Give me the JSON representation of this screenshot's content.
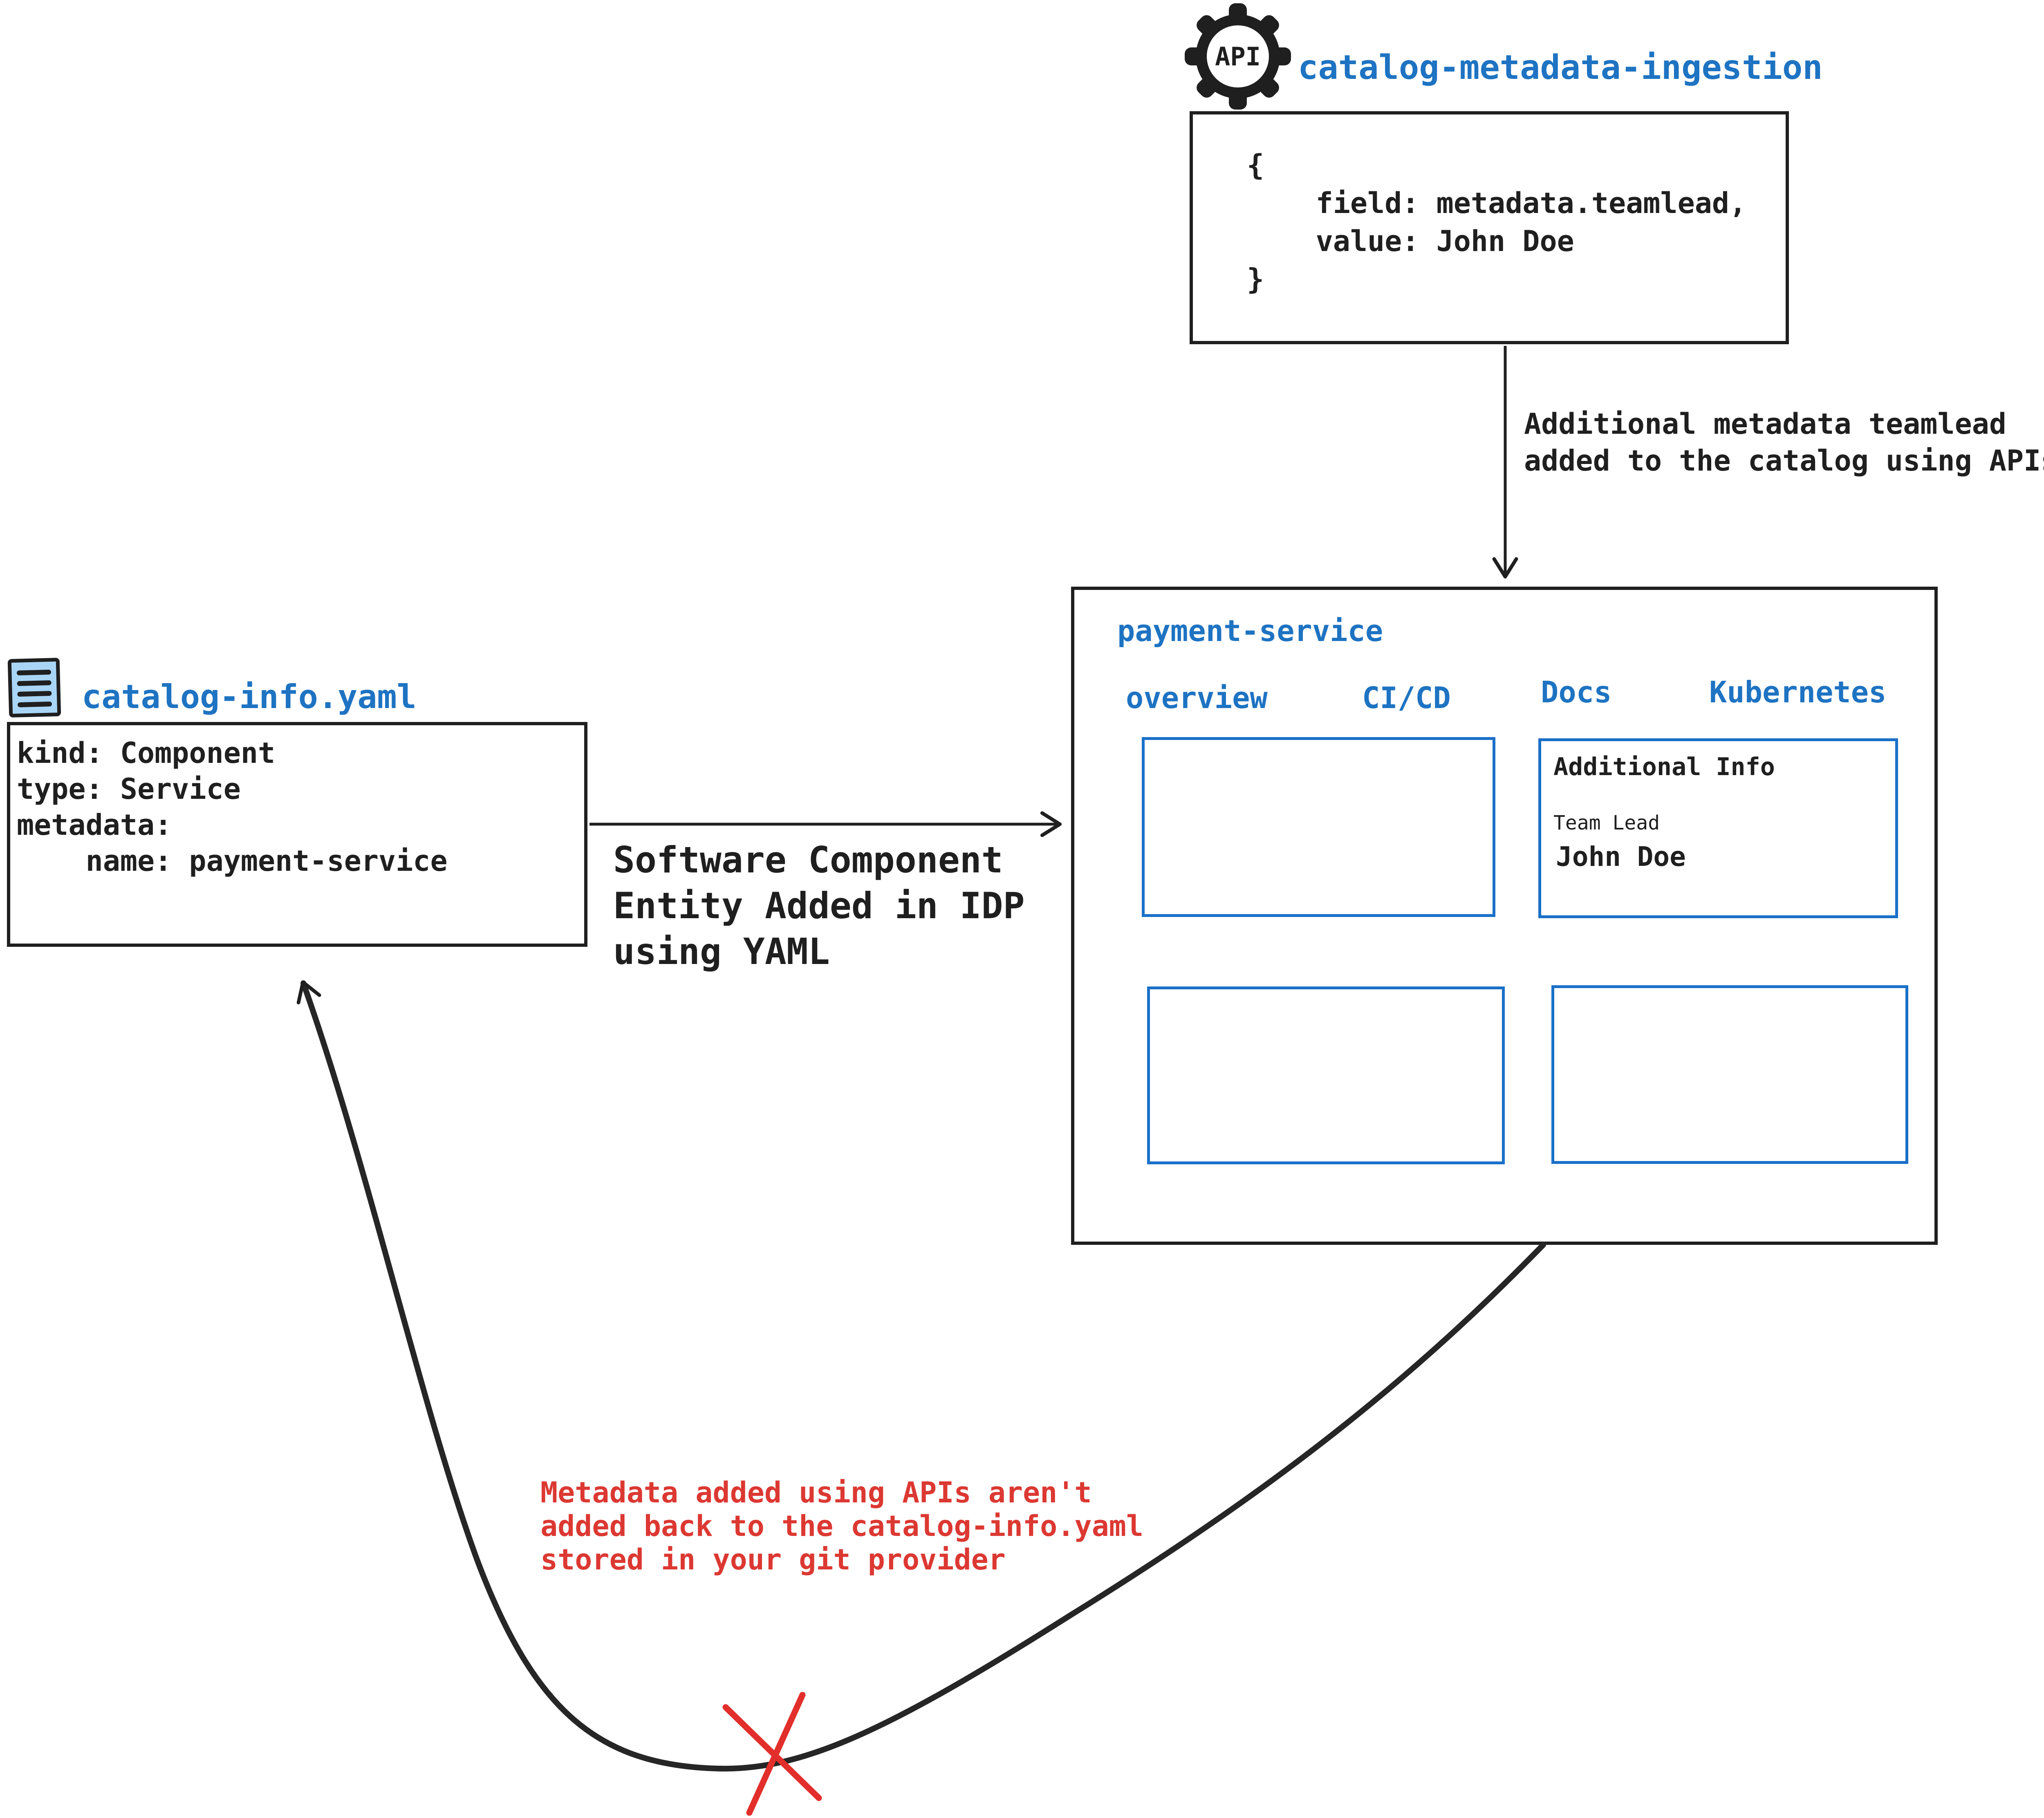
{
  "colors": {
    "blue_text": "#1e73c2",
    "blue_border": "#1a70c8",
    "ink": "#1f1f1f",
    "red_text": "#dc3832",
    "red_mark": "#e22f2c",
    "yaml_icon_fill": "#a9d6f7"
  },
  "api_service": {
    "icon_label": "API",
    "title": "catalog-metadata-ingestion",
    "code_lines": {
      "0": "{",
      "1": "    field: metadata.teamlead,",
      "2": "    value: John Doe",
      "3": "}"
    }
  },
  "api_arrow": {
    "label_line1": "Additional metadata teamlead",
    "label_line2": "added to the catalog using APIs"
  },
  "idp": {
    "title": "payment-service",
    "tabs": [
      "overview",
      "CI/CD",
      "Docs",
      "Kubernetes"
    ],
    "docs_panel": {
      "heading": "Additional Info",
      "field_label": "Team Lead",
      "field_value": "John Doe"
    }
  },
  "yaml_file": {
    "title": "catalog-info.yaml",
    "code_lines": {
      "0": "kind: Component",
      "1": "type: Service",
      "2": "metadata:",
      "3": "    name: payment-service"
    }
  },
  "yaml_arrow": {
    "label_line1": "Software Component",
    "label_line2": "Entity Added in IDP",
    "label_line3": "using YAML"
  },
  "feedback_note": {
    "line1": "Metadata added using APIs aren't",
    "line2": "added back to the catalog-info.yaml",
    "line3": "stored in your git provider"
  }
}
